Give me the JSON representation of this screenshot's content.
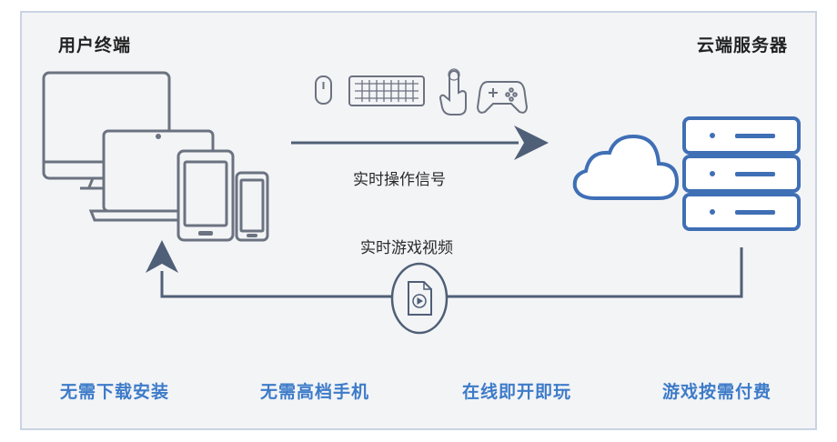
{
  "headings": {
    "client": "用户终端",
    "server": "云端服务器"
  },
  "flows": {
    "upstream_label": "实时操作信号",
    "downstream_label": "实时游戏视频"
  },
  "features": [
    "无需下载安装",
    "无需高档手机",
    "在线即开即玩",
    "游戏按需付费"
  ],
  "icons": {
    "devices": [
      "monitor-icon",
      "laptop-icon",
      "tablet-icon",
      "phone-icon"
    ],
    "inputs": [
      "mouse-icon",
      "keyboard-icon",
      "touch-hand-icon",
      "gamepad-icon"
    ],
    "cloud": "cloud-icon",
    "server": "server-rack-icon",
    "video": "video-file-icon"
  },
  "colors": {
    "line": "#4f5f77",
    "feature_text": "#3d7bc9",
    "server_blue": "#3f6fb5"
  }
}
